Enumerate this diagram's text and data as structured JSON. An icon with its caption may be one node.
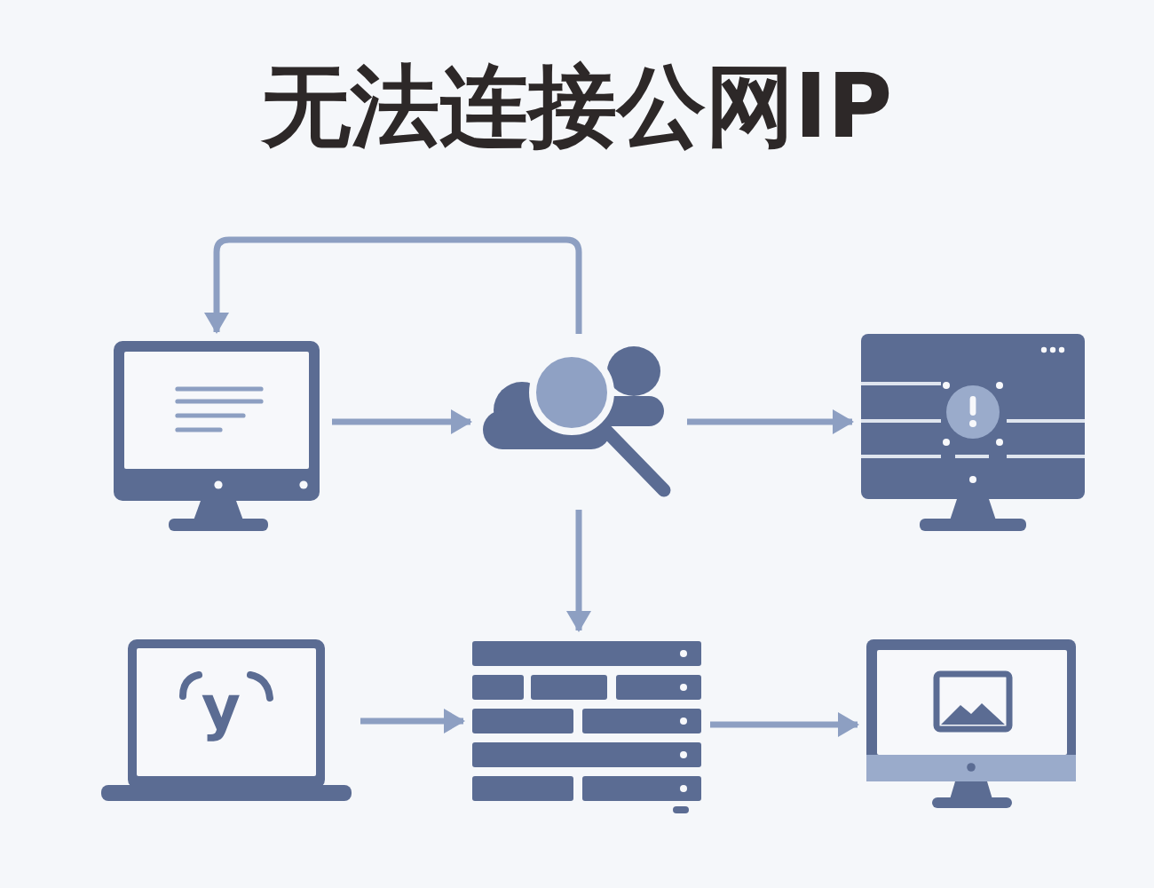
{
  "diagram": {
    "title": "无法连接公网IP",
    "nodes": [
      {
        "text": [],
        "shape": "picture"
      },
      {
        "text": [],
        "shape": "picture"
      },
      {
        "text": [],
        "shape": "picture"
      },
      {
        "text": [
          "y"
        ]
      },
      {
        "text": [],
        "shape": "picture"
      },
      {
        "text": [],
        "shape": "picture"
      }
    ],
    "edges": [
      {
        "from": 0,
        "to": 1,
        "arrow": "to"
      },
      {
        "from": 1,
        "to": 2,
        "arrow": "to"
      },
      {
        "from": 1,
        "to": 0,
        "arrow": "to"
      },
      {
        "from": 1,
        "to": 4,
        "arrow": "to"
      },
      {
        "from": 3,
        "to": 4,
        "arrow": "to"
      },
      {
        "from": 4,
        "to": 5,
        "arrow": "to"
      }
    ]
  }
}
